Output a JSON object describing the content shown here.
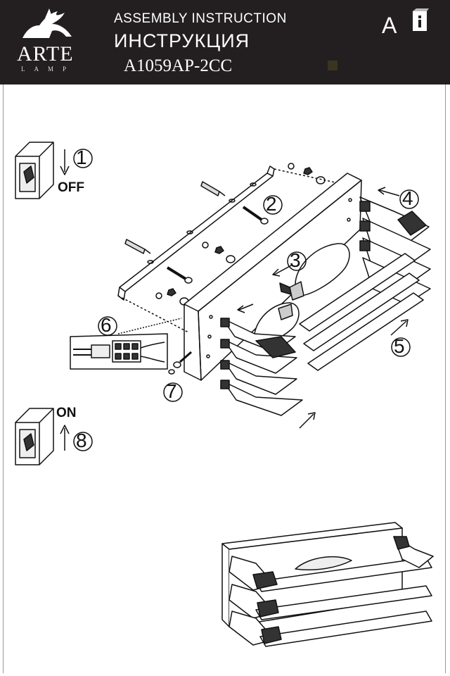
{
  "header": {
    "brand": "ARTE",
    "brand_sub": "LAMP",
    "title_en": "ASSEMBLY INSTRUCTION",
    "title_ru": "ИНСТРУКЦИЯ",
    "model": "A1059AP-2CC",
    "lang_letter": "A",
    "info_icon": "info-book-icon"
  },
  "steps": [
    {
      "number": "1",
      "label": "OFF"
    },
    {
      "number": "2"
    },
    {
      "number": "3"
    },
    {
      "number": "4"
    },
    {
      "number": "5"
    },
    {
      "number": "6"
    },
    {
      "number": "7"
    },
    {
      "number": "8",
      "label": "ON"
    }
  ]
}
